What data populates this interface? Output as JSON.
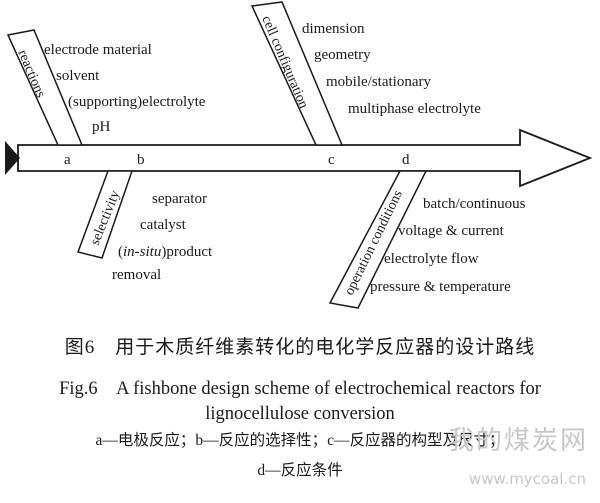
{
  "diagram": {
    "points": [
      "a",
      "b",
      "c",
      "d"
    ],
    "bones": {
      "reactions": {
        "label": "reactions",
        "items": [
          "electrode material",
          "solvent",
          "(supporting)electrolyte",
          "pH"
        ]
      },
      "selectivity": {
        "label": "selectivity",
        "items": [
          "separator",
          "catalyst",
          "product",
          "removal"
        ],
        "italic_prefix": "in-situ"
      },
      "cell_configuration": {
        "label": "cell configuration",
        "items": [
          "dimension",
          "geometry",
          "mobile/stationary",
          "multiphase electrolyte"
        ]
      },
      "operation_conditions": {
        "label": "operation conditions",
        "items": [
          "batch/continuous",
          "voltage & current",
          "electrolyte  flow",
          "pressure & temperature"
        ]
      }
    }
  },
  "caption": {
    "cn_title": "图6　用于木质纤维素转化的电化学反应器的设计路线",
    "en_title_line1": "Fig.6　A fishbone design scheme of electrochemical reactors for",
    "en_title_line2": "lignocellulose conversion",
    "note_line1": "a—电极反应；b—反应的选择性；c—反应器的构型及尺寸；",
    "note_line2": "d—反应条件"
  },
  "watermark": {
    "site_cn": "我的煤炭网",
    "url": "www.mycoal.cn"
  }
}
